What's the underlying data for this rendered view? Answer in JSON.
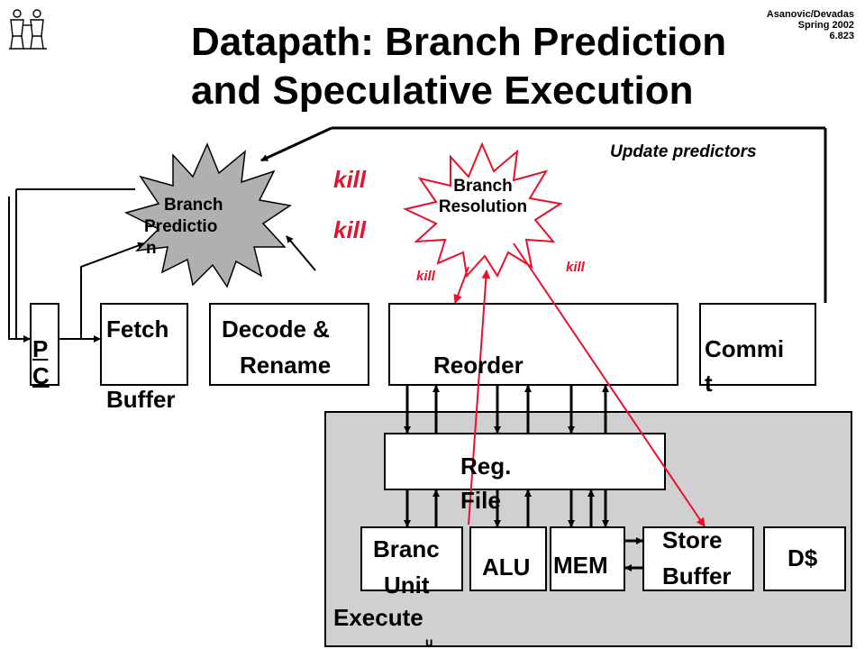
{
  "header": {
    "line1": "Asanovic/Devadas",
    "line2": "Spring 2002",
    "line3": "6.823"
  },
  "title": {
    "line1": "Datapath: Branch Prediction",
    "line2": "and Speculative Execution"
  },
  "stars": {
    "prediction_line1": "Branch",
    "prediction_line2": "Predictio",
    "prediction_line3": "n",
    "resolution_line1": "Branch",
    "resolution_line2": "Resolution"
  },
  "labels": {
    "update_predictors": "Update predictors",
    "kill_big_1": "kill",
    "kill_big_2": "kill",
    "kill_small_1": "kill",
    "kill_small_2": "kill",
    "pc_1": "P",
    "pc_2": "C",
    "fetch": "Fetch",
    "buffer": "Buffer",
    "decode": "Decode &",
    "rename": "Rename",
    "reorder": "Reorder",
    "commit_1": "Commi",
    "commit_2": "t",
    "regfile_1": "Reg.",
    "regfile_2": "File",
    "branch_unit_1": "Branc",
    "branch_unit_2": "Unit",
    "alu": "ALU",
    "mem": "MEM",
    "store_buffer_1": "Store",
    "store_buffer_2": "Buffer",
    "dcache": "D$",
    "execute": "Execute",
    "execute_cut": "u"
  },
  "colors": {
    "kill": "#e8102a",
    "execute_bg": "#d0d0d0",
    "star_fill": "#b0b0b0"
  }
}
